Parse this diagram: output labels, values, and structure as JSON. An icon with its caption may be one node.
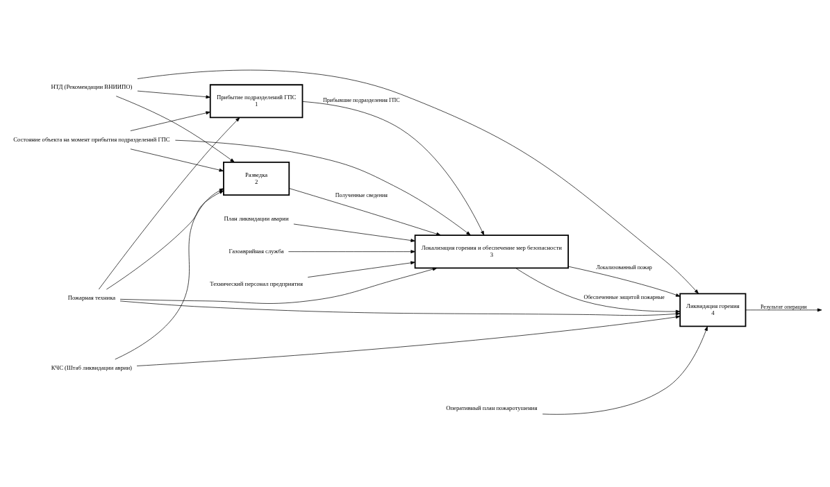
{
  "diagram": {
    "nodes": [
      {
        "text": [
          "Прибытие подразделений ГПС",
          "1"
        ]
      },
      {
        "text": [
          "Разведка",
          "2"
        ]
      },
      {
        "text": [
          "Локализация горения и обеспечение мер безопасности",
          "3"
        ]
      },
      {
        "text": [
          "Ликвидация горения",
          "4"
        ]
      },
      {
        "text": [
          "Состояние объекта на момент прибытия подразделений ГПС"
        ]
      },
      {
        "text": [
          "НТД (Рекомендации ВНИИПО)"
        ]
      },
      {
        "text": [
          "План ликвидации аварии"
        ]
      },
      {
        "text": [
          "Оперативный план пожаротушения"
        ]
      },
      {
        "text": [
          "Газоаврийная служба"
        ]
      },
      {
        "text": [
          "Технический персонал предприятия"
        ]
      },
      {
        "text": [
          "Пожарная техника"
        ]
      },
      {
        "text": [
          "КЧС (Штаб ликвидации аврии)"
        ]
      }
    ],
    "edges": [
      {
        "from": 4,
        "to": 0,
        "arrow": "to"
      },
      {
        "from": 4,
        "to": 1,
        "arrow": "to"
      },
      {
        "from": 4,
        "to": 2,
        "arrow": "to"
      },
      {
        "from": 5,
        "to": 0,
        "arrow": "to"
      },
      {
        "from": 5,
        "to": 1,
        "arrow": "to"
      },
      {
        "from": 5,
        "to": 3,
        "arrow": "to"
      },
      {
        "from": 0,
        "to": 2,
        "arrow": "to",
        "label": "Прибывшие подразделения ГПС"
      },
      {
        "from": 1,
        "to": 2,
        "arrow": "to",
        "label": "Полученные сведения"
      },
      {
        "from": 6,
        "to": 2,
        "arrow": "to"
      },
      {
        "from": 7,
        "to": 3,
        "arrow": "to"
      },
      {
        "from": 2,
        "to": 3,
        "arrow": "to",
        "label": "Локализованный пожар"
      },
      {
        "from": 2,
        "to": 3,
        "arrow": "to",
        "label": "Обеспеченные защитой пожарные"
      },
      {
        "from": 8,
        "to": 2,
        "arrow": "to"
      },
      {
        "from": 9,
        "to": 2,
        "arrow": "to"
      },
      {
        "from": 10,
        "to": 0,
        "arrow": "to"
      },
      {
        "from": 10,
        "to": 1,
        "arrow": "to"
      },
      {
        "from": 10,
        "to": 2,
        "arrow": "to"
      },
      {
        "from": 10,
        "to": 3,
        "arrow": "to"
      },
      {
        "from": 11,
        "to": 1,
        "arrow": "to"
      },
      {
        "from": 11,
        "to": 3,
        "arrow": "to"
      },
      {
        "from": 3,
        "to": null,
        "arrow": "to",
        "label": "Результат операции"
      }
    ]
  }
}
